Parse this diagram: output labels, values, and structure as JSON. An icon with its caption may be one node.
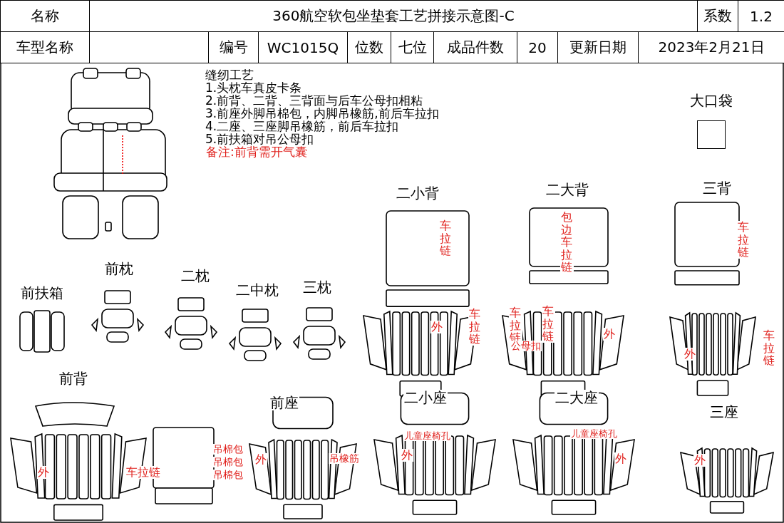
{
  "diagram": {
    "title": "360航空软包坐垫套工艺拼接示意图-C",
    "nodes": [
      {
        "text": [
          "大口袋"
        ]
      }
    ],
    "labels": [
      "名称",
      "系数",
      "1.2",
      "车型名称",
      "编号",
      "WC1015Q",
      "位数",
      "七位",
      "成品件数",
      "20",
      "更新日期",
      "2023年2月21日",
      "缝纫工艺",
      "1.头枕车真皮卡条",
      "2.前背、二背、三背面与后车公母扣相粘",
      "3.前座外脚吊棉包，内脚吊橡筋,前后车拉扣",
      "4.二座、三座脚吊橡筋，前后车拉扣",
      "5.前扶箱对吊公母扣",
      "备注:前背需开气囊",
      "二小背",
      "二大背",
      "三背",
      "前枕",
      "二枕",
      "二中枕",
      "三枕",
      "前扶箱",
      "前背",
      "前座",
      "二小座",
      "二大座",
      "三座",
      "车拉链",
      "车拉链",
      "外",
      "包边车拉链",
      "车拉链",
      "车拉链",
      "公母扣",
      "外",
      "车拉链",
      "外",
      "车拉链",
      "外",
      "车拉链",
      "吊棉包",
      "吊棉包",
      "吊棉包",
      "外",
      "吊橡筋",
      "儿童座椅孔",
      "外",
      "儿童座椅孔",
      "外",
      "外"
    ]
  }
}
